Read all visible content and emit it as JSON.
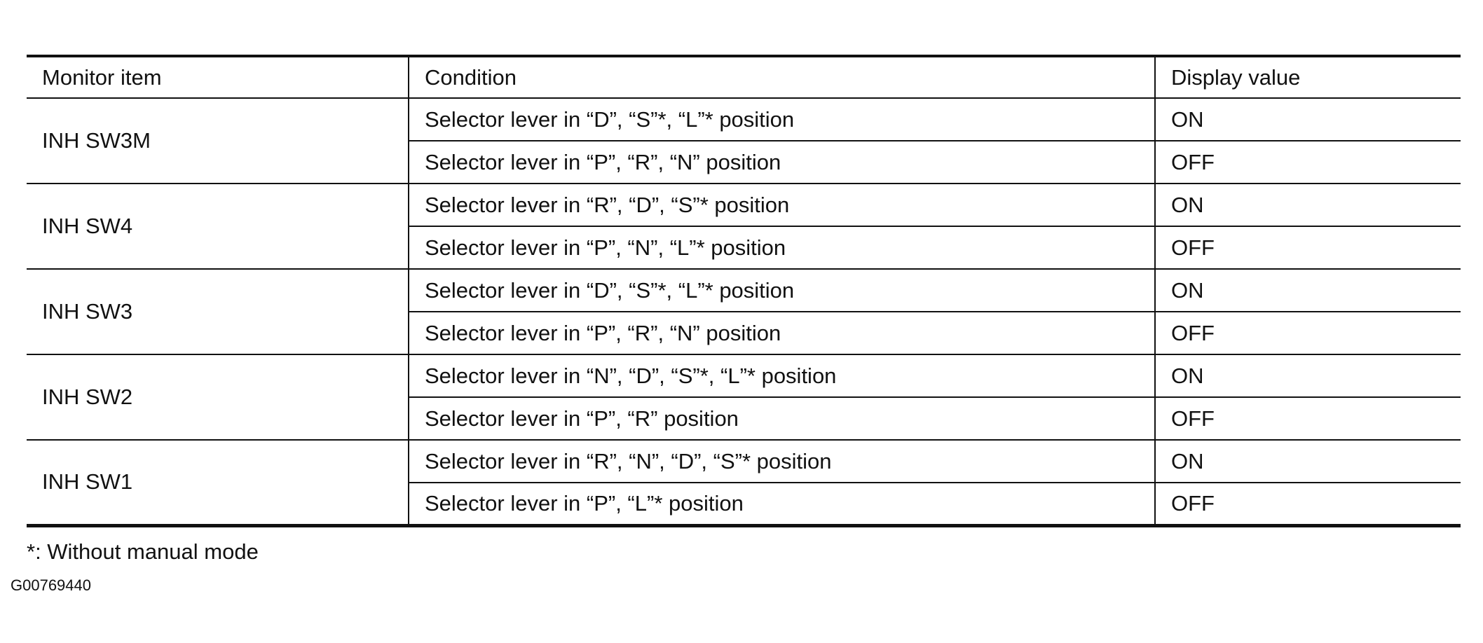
{
  "table": {
    "headers": {
      "item": "Monitor item",
      "condition": "Condition",
      "display": "Display value"
    },
    "groups": [
      {
        "item": "INH SW3M",
        "rows": [
          {
            "condition": "Selector lever in “D”, “S”*, “L”* position",
            "display": "ON"
          },
          {
            "condition": "Selector lever in “P”, “R”, “N” position",
            "display": "OFF"
          }
        ]
      },
      {
        "item": "INH SW4",
        "rows": [
          {
            "condition": "Selector lever in “R”, “D”, “S”* position",
            "display": "ON"
          },
          {
            "condition": "Selector lever in “P”, “N”, “L”* position",
            "display": "OFF"
          }
        ]
      },
      {
        "item": "INH SW3",
        "rows": [
          {
            "condition": "Selector lever in “D”, “S”*, “L”* position",
            "display": "ON"
          },
          {
            "condition": "Selector lever in “P”, “R”, “N” position",
            "display": "OFF"
          }
        ]
      },
      {
        "item": "INH SW2",
        "rows": [
          {
            "condition": "Selector lever in “N”, “D”, “S”*, “L”* position",
            "display": "ON"
          },
          {
            "condition": "Selector lever in “P”, “R” position",
            "display": "OFF"
          }
        ]
      },
      {
        "item": "INH SW1",
        "rows": [
          {
            "condition": "Selector lever in “R”, “N”, “D”, “S”* position",
            "display": "ON"
          },
          {
            "condition": "Selector lever in “P”, “L”* position",
            "display": "OFF"
          }
        ]
      }
    ]
  },
  "footnote": "*: Without manual mode",
  "figure_id": "G00769440"
}
